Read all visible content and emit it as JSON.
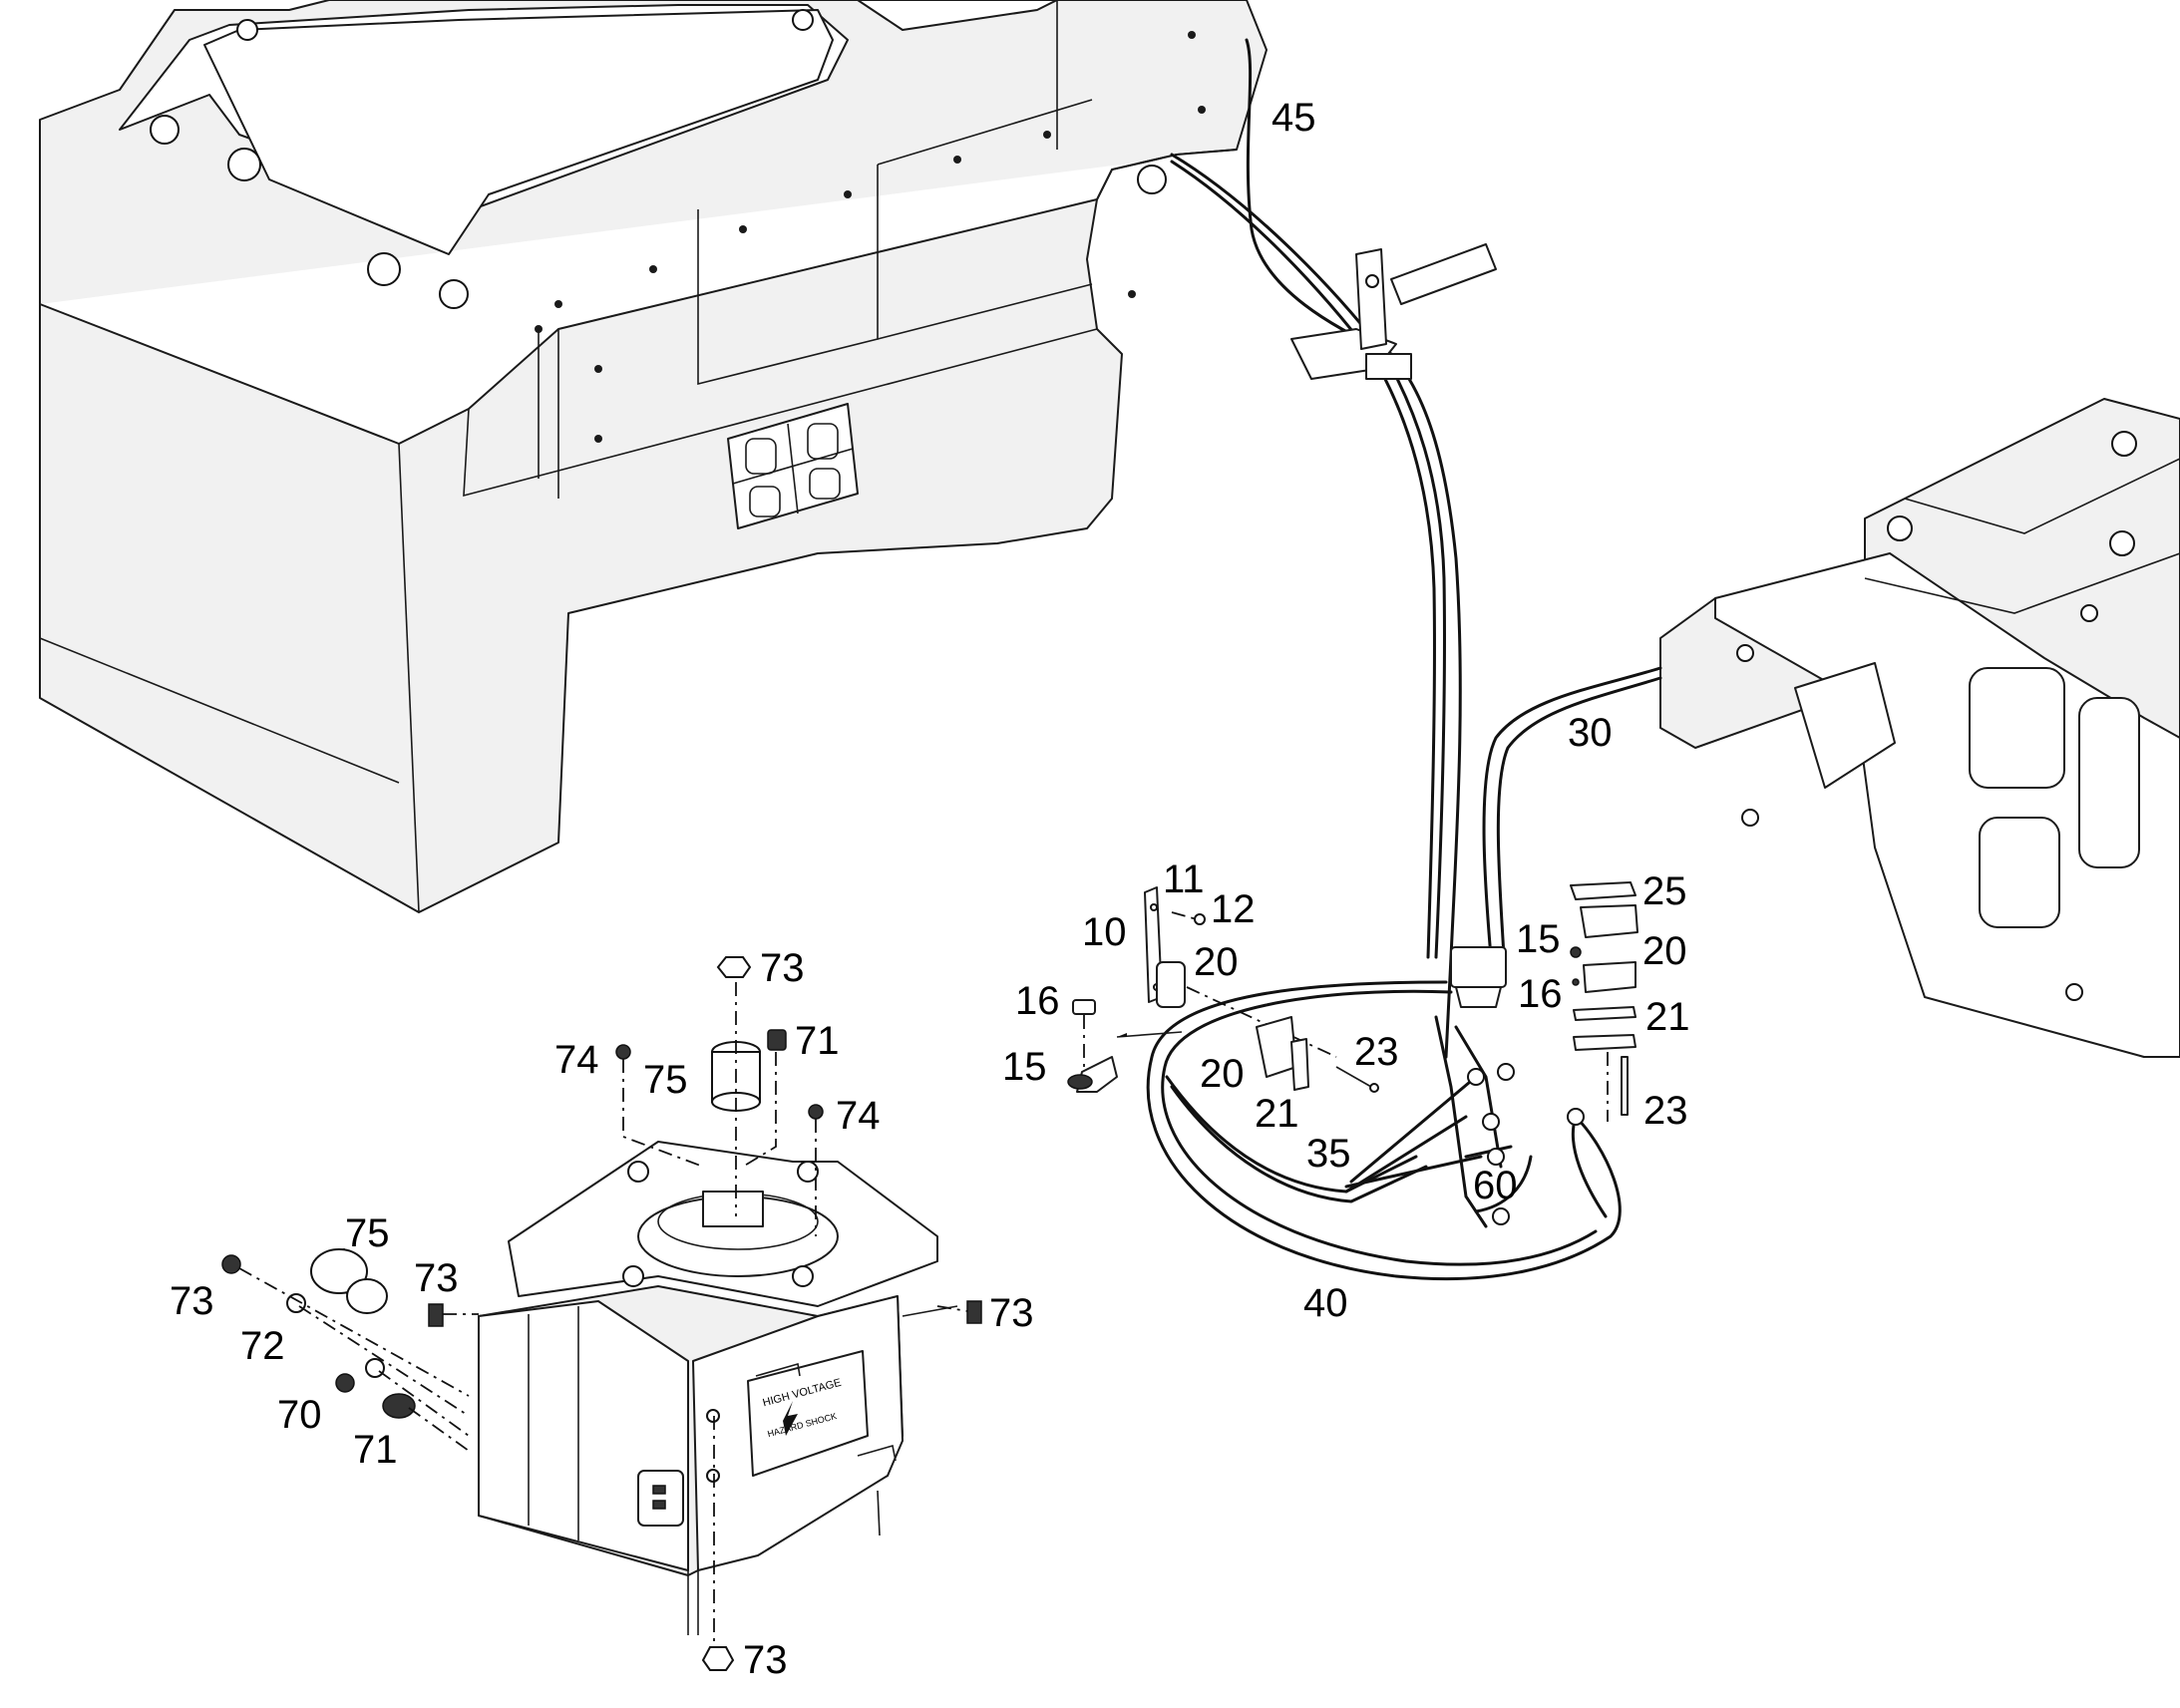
{
  "diagram": {
    "callouts": [
      {
        "id": "c45",
        "text": "45"
      },
      {
        "id": "c30",
        "text": "30"
      },
      {
        "id": "c25",
        "text": "25"
      },
      {
        "id": "c20a",
        "text": "20"
      },
      {
        "id": "c15a",
        "text": "15"
      },
      {
        "id": "c16a",
        "text": "16"
      },
      {
        "id": "c21a",
        "text": "21"
      },
      {
        "id": "c23a",
        "text": "23"
      },
      {
        "id": "c11",
        "text": "11"
      },
      {
        "id": "c12",
        "text": "12"
      },
      {
        "id": "c10",
        "text": "10"
      },
      {
        "id": "c20b",
        "text": "20"
      },
      {
        "id": "c16b",
        "text": "16"
      },
      {
        "id": "c15b",
        "text": "15"
      },
      {
        "id": "c23b",
        "text": "23"
      },
      {
        "id": "c20c",
        "text": "20"
      },
      {
        "id": "c21b",
        "text": "21"
      },
      {
        "id": "c35",
        "text": "35"
      },
      {
        "id": "c60",
        "text": "60"
      },
      {
        "id": "c40",
        "text": "40"
      },
      {
        "id": "c73a",
        "text": "73"
      },
      {
        "id": "c71a",
        "text": "71"
      },
      {
        "id": "c74a",
        "text": "74"
      },
      {
        "id": "c75a",
        "text": "75"
      },
      {
        "id": "c74b",
        "text": "74"
      },
      {
        "id": "c75b",
        "text": "75"
      },
      {
        "id": "c73b",
        "text": "73"
      },
      {
        "id": "c73c",
        "text": "73"
      },
      {
        "id": "c73d",
        "text": "73"
      },
      {
        "id": "c72",
        "text": "72"
      },
      {
        "id": "c70",
        "text": "70"
      },
      {
        "id": "c71b",
        "text": "71"
      },
      {
        "id": "c73e",
        "text": "73"
      }
    ],
    "panel": {
      "warning_title": "HIGH VOLTAGE",
      "warning_body": "HAZARD SHOCK"
    }
  }
}
